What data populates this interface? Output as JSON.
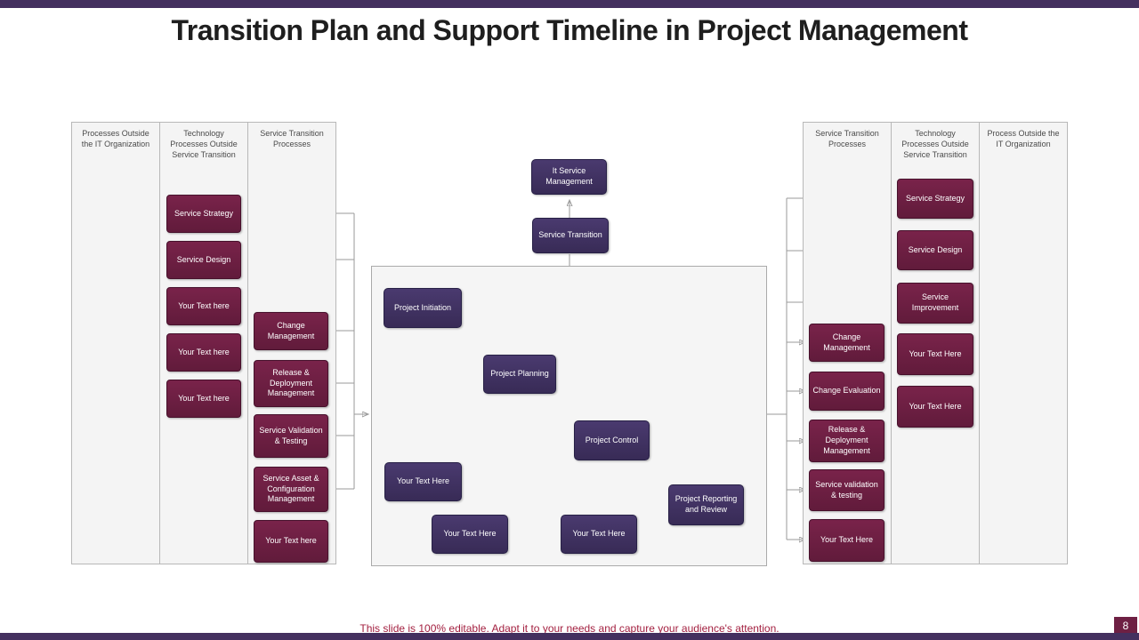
{
  "slide": {
    "title": "Transition Plan and Support Timeline in Project Management",
    "footer": "This slide is 100% editable. Adapt it to your needs and capture your audience's attention.",
    "page_number": "8"
  },
  "left_panel": {
    "columns": [
      {
        "header": "Processes Outside the IT Organization",
        "boxes": []
      },
      {
        "header": "Technology Processes Outside Service Transition",
        "boxes": [
          "Service Strategy",
          "Service Design",
          "Your Text here",
          "Your Text here",
          "Your Text here"
        ]
      },
      {
        "header": "Service Transition Processes",
        "boxes": [
          "Change Management",
          "Release & Deployment Management",
          "Service Validation & Testing",
          "Service Asset & Configuration Management",
          "Your Text here"
        ]
      }
    ]
  },
  "center": {
    "it_service_management": "It Service Management",
    "service_transition": "Service Transition",
    "flow": [
      "Project Initiation",
      "Project Planning",
      "Project Control",
      "Project Reporting and Review"
    ],
    "placeholders": [
      "Your Text Here",
      "Your Text Here",
      "Your Text Here"
    ]
  },
  "right_panel": {
    "columns": [
      {
        "header": "Service Transition Processes",
        "boxes": [
          "Change Management",
          "Change Evaluation",
          "Release & Deployment Management",
          "Service validation & testing",
          "Your Text Here"
        ]
      },
      {
        "header": "Technology Processes Outside Service Transition",
        "boxes": [
          "Service Strategy",
          "Service Design",
          "Service Improvement",
          "Your Text Here",
          "Your Text Here"
        ]
      },
      {
        "header": "Process Outside the IT Organization",
        "boxes": []
      }
    ]
  },
  "colors": {
    "accent_bar": "#44305f",
    "maroon_box": "#6e2043",
    "purple_box": "#41325f",
    "panel_background": "#f4f4f4",
    "connector_line": "#9a9a9a",
    "footer_text": "#a32040"
  }
}
